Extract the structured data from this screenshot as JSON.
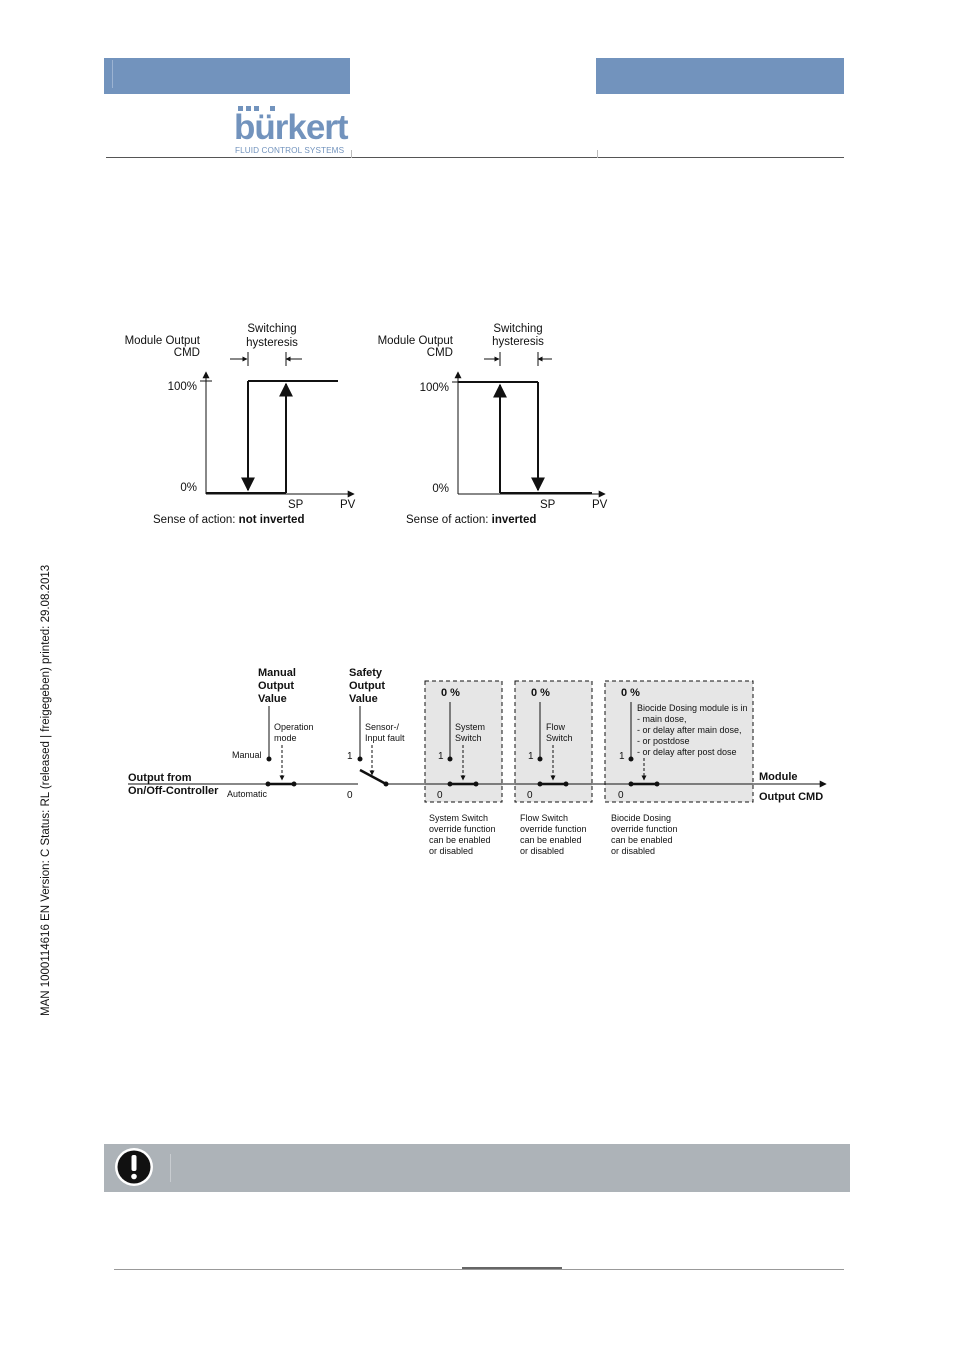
{
  "header": {
    "logo_word": "bürkert",
    "logo_sub": "FLUID CONTROL SYSTEMS"
  },
  "sidebar_text": "MAN  1000114616  EN  Version: C  Status: RL (released | freigegeben)  printed: 29.08.2013",
  "hysteresis_left": {
    "y_label_1": "Module Output",
    "y_label_2": "CMD",
    "hyst_1": "Switching",
    "hyst_2": "hysteresis",
    "tick_100": "100%",
    "tick_0": "0%",
    "sp": "SP",
    "pv": "PV",
    "caption_prefix": "Sense of action: ",
    "caption_bold": "not inverted"
  },
  "hysteresis_right": {
    "y_label_1": "Module Output",
    "y_label_2": "CMD",
    "hyst_1": "Switching",
    "hyst_2": "hysteresis",
    "tick_100": "100%",
    "tick_0": "0%",
    "sp": "SP",
    "pv": "PV",
    "caption_prefix": "Sense of action: ",
    "caption_bold": "inverted"
  },
  "flow": {
    "input_1": "Output from",
    "input_2": "On/Off-Controller",
    "manual_title_1": "Manual",
    "manual_title_2": "Output",
    "manual_title_3": "Value",
    "manual_label": "Manual",
    "automatic_label": "Automatic",
    "opmode_1": "Operation",
    "opmode_2": "mode",
    "safety_title_1": "Safety",
    "safety_title_2": "Output",
    "safety_title_3": "Value",
    "sensor_1": "Sensor-/",
    "sensor_2": "Input fault",
    "one": "1",
    "zero": "0",
    "zero_pct": "0 %",
    "system_1": "System",
    "system_2": "Switch",
    "flow_1": "Flow",
    "flow_2": "Switch",
    "biocide_lines": [
      "Biocide Dosing module is in",
      "- main dose,",
      "- or delay after main dose,",
      "- or postdose",
      "- or delay after post dose"
    ],
    "output_1": "Module",
    "output_2": "Output CMD",
    "system_caption": [
      "System Switch",
      "override function",
      "can be enabled",
      "or disabled"
    ],
    "flow_caption": [
      "Flow Switch",
      "override function",
      "can be enabled",
      "or disabled"
    ],
    "biocide_caption": [
      "Biocide Dosing",
      "override function",
      "can be enabled",
      "or disabled"
    ]
  }
}
